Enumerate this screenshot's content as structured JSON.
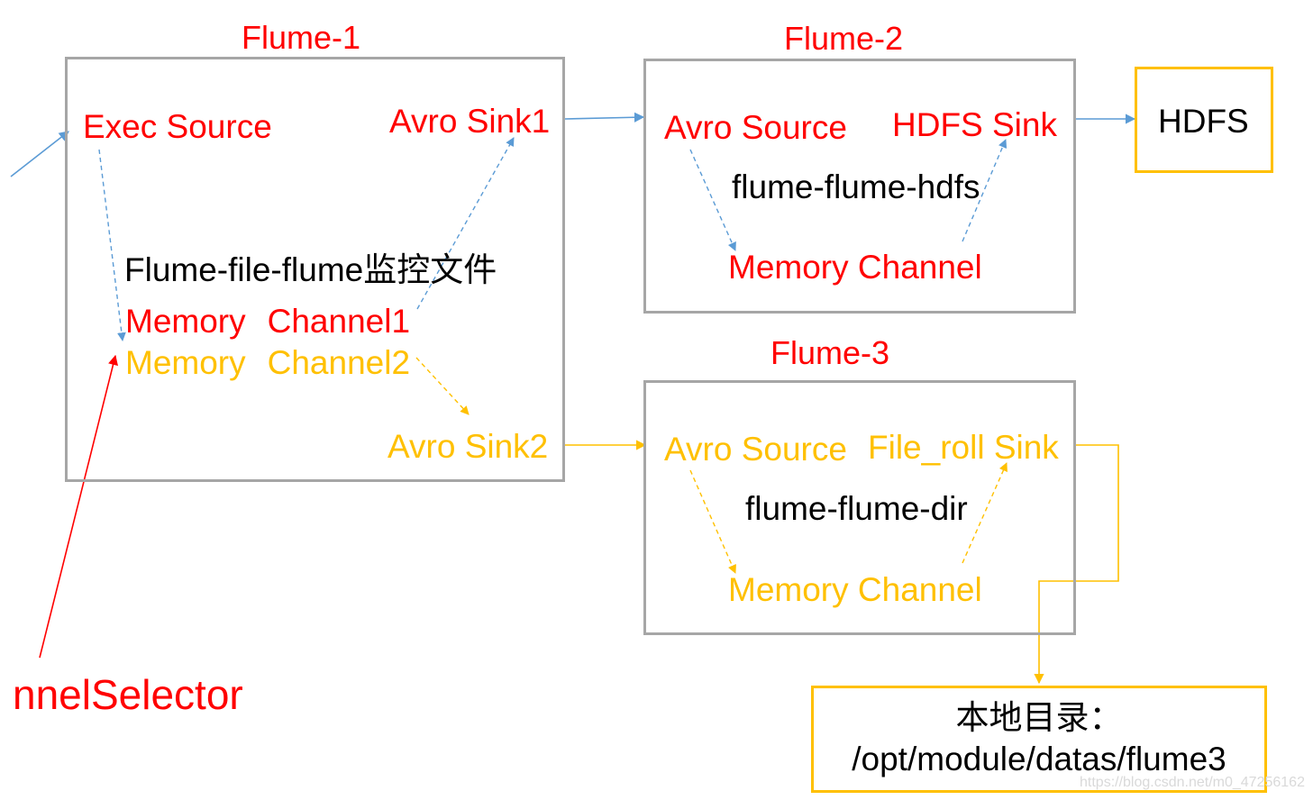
{
  "colors": {
    "red": "#ff0000",
    "yellow": "#ffc000",
    "blue": "#5b9bd5",
    "gray_border": "#a6a6a6",
    "black": "#000000"
  },
  "flume1": {
    "title": "Flume-1",
    "exec_source": "Exec Source",
    "avro_sink1": "Avro Sink1",
    "description": "Flume-file-flume监控文件",
    "channel1_word1": "Memory",
    "channel1_word2": "Channel1",
    "channel2_word1": "Memory",
    "channel2_word2": "Channel2",
    "avro_sink2": "Avro Sink2"
  },
  "flume2": {
    "title": "Flume-2",
    "avro_source": "Avro Source",
    "hdfs_sink": "HDFS Sink",
    "description": "flume-flume-hdfs",
    "memory_channel": "Memory Channel"
  },
  "flume3": {
    "title": "Flume-3",
    "avro_source": "Avro Source",
    "file_roll_sink": "File_roll Sink",
    "description": "flume-flume-dir",
    "memory_channel": "Memory Channel"
  },
  "hdfs": {
    "label": "HDFS"
  },
  "local_dir": {
    "line1": "本地目录：",
    "line2": "/opt/module/datas/flume3"
  },
  "selector": {
    "label": "nnelSelector"
  },
  "watermark": "https://blog.csdn.net/m0_47256162"
}
